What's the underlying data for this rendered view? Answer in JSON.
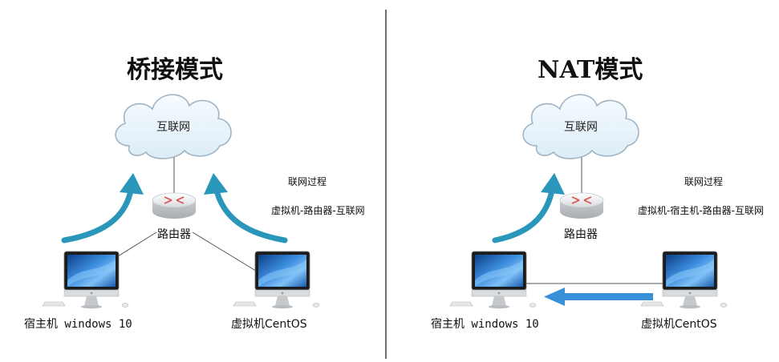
{
  "left_panel": {
    "title": "桥接模式",
    "cloud_label": "互联网",
    "router_label": "路由器",
    "host_label": "宿主机 windows 10",
    "vm_label": "虚拟机CentOS",
    "process_title": "联网过程",
    "process_path": "虚拟机-路由器-互联网"
  },
  "right_panel": {
    "title": "NAT模式",
    "cloud_label": "互联网",
    "router_label": "路由器",
    "host_label": "宿主机 windows 10",
    "vm_label": "虚拟机CentOS",
    "process_title": "联网过程",
    "process_path": "虚拟机-宿主机-路由器-互联网"
  },
  "colors": {
    "arrow_teal": "#2a97ba",
    "arrow_blue": "#3a90d8",
    "cloud_fill": "#e8f3fa",
    "cloud_stroke": "#9fb4c4",
    "divider": "#222222",
    "link": "#555555"
  },
  "icons": {
    "cloud": "cloud-icon",
    "router": "router-icon",
    "computer": "imac-computer-icon"
  }
}
